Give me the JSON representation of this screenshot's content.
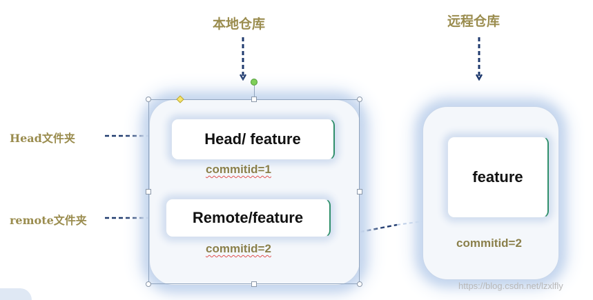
{
  "labels": {
    "local_repo": "本地仓库",
    "remote_repo": "远程仓库",
    "head_folder": "Head文件夹",
    "remote_folder": "remote文件夹"
  },
  "local": {
    "head_box": "Head/ feature",
    "head_commit": "commitid=1",
    "remote_box": "Remote/feature",
    "remote_commit": "commitid=2"
  },
  "remote": {
    "feature_box": "feature",
    "feature_commit": "commitid=2"
  },
  "watermark": "https://blog.csdn.net/lzxlfly",
  "colors": {
    "label_text": "#9a8c4e",
    "arrow": "#1f3a6e",
    "box_glow": "#c5d6ee",
    "commit_text": "#8a7f4a"
  }
}
